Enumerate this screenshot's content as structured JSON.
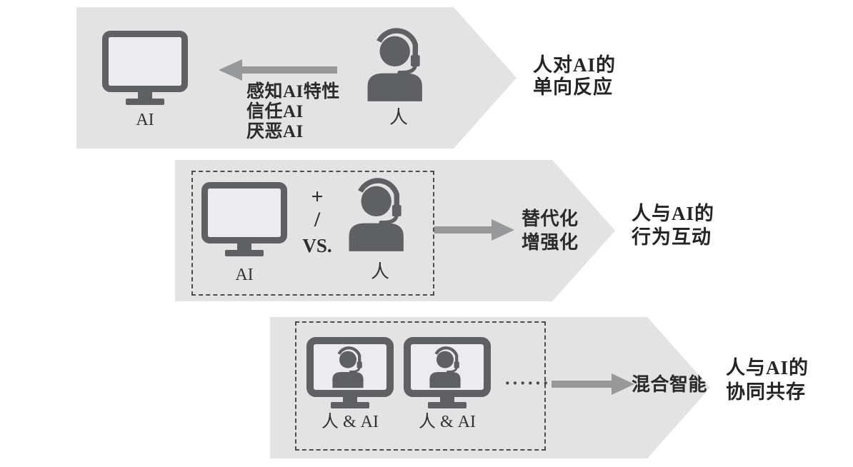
{
  "diagram": {
    "colors": {
      "background": "#ffffff",
      "chevron_fill": "#e3e3e4",
      "icon_gray": "#5f6063",
      "arrow_gray": "#97989a",
      "text_dark": "#2b2b2d",
      "dashed_border": "#4c4c4e",
      "monitor_screen": "#ececee"
    },
    "rows": [
      {
        "stage": "stage-1",
        "ai_label": "AI",
        "human_label": "人",
        "arrow_caption_lines": [
          "感知AI特性",
          "信任AI",
          "厌恶AI"
        ],
        "title_lines": [
          "人对AI的",
          "单向反应"
        ]
      },
      {
        "stage": "stage-2",
        "ai_label": "AI",
        "human_label": "人",
        "operator_plus": "+",
        "operator_slash": "/",
        "operator_vs": "VS.",
        "arrow_caption_lines": [
          "替代化",
          "增强化"
        ],
        "title_lines": [
          "人与AI的",
          "行为互动"
        ]
      },
      {
        "stage": "stage-3",
        "unit_labels": [
          "人 & AI",
          "人 & AI"
        ],
        "ellipsis": "······",
        "arrow_caption_lines": [
          "混合智能"
        ],
        "title_lines": [
          "人与AI的",
          "协同共存"
        ]
      }
    ]
  }
}
